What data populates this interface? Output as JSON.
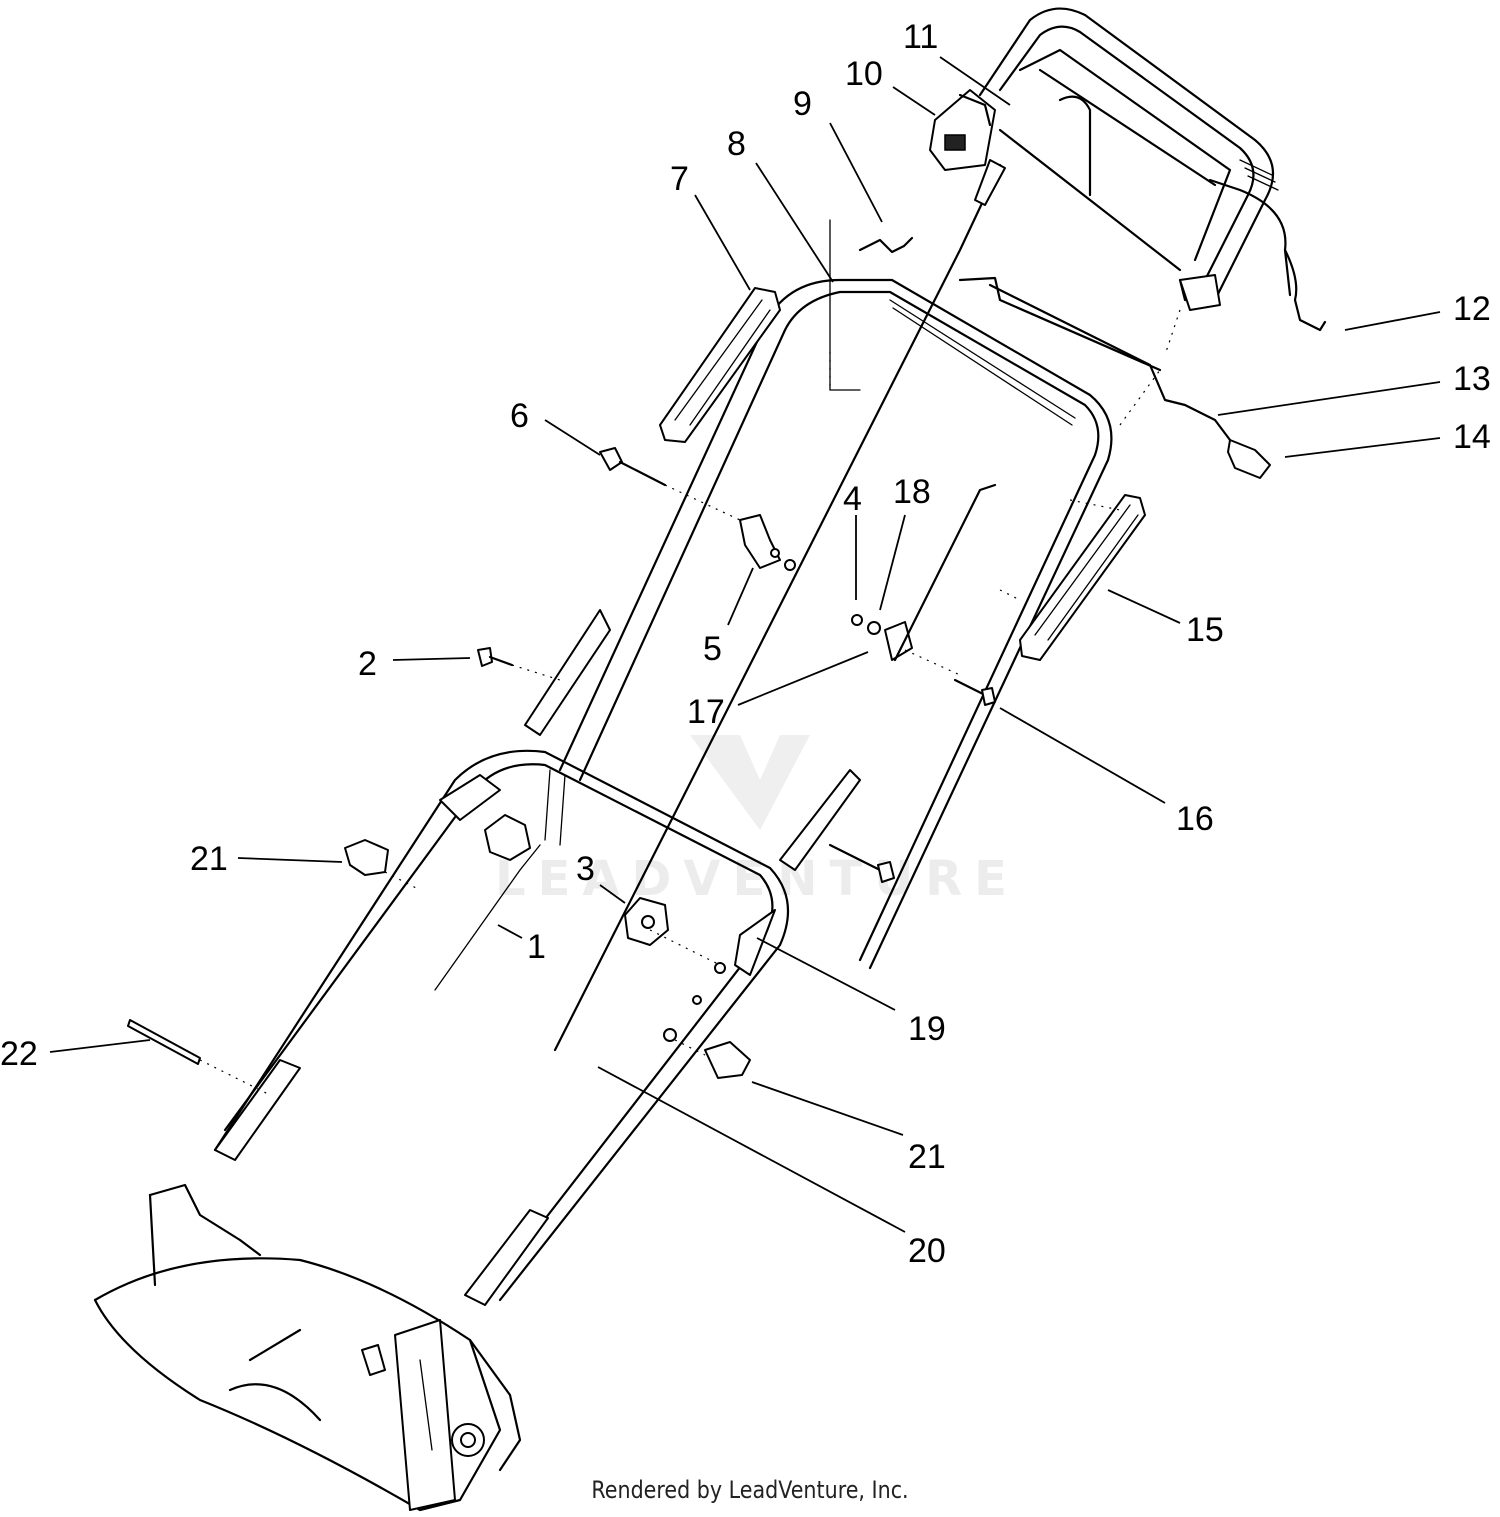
{
  "callouts": [
    {
      "id": "1",
      "label": "1"
    },
    {
      "id": "2",
      "label": "2"
    },
    {
      "id": "3",
      "label": "3"
    },
    {
      "id": "4",
      "label": "4"
    },
    {
      "id": "5",
      "label": "5"
    },
    {
      "id": "6",
      "label": "6"
    },
    {
      "id": "7",
      "label": "7"
    },
    {
      "id": "8",
      "label": "8"
    },
    {
      "id": "9",
      "label": "9"
    },
    {
      "id": "10",
      "label": "10"
    },
    {
      "id": "11",
      "label": "11"
    },
    {
      "id": "12",
      "label": "12"
    },
    {
      "id": "13",
      "label": "13"
    },
    {
      "id": "14",
      "label": "14"
    },
    {
      "id": "15",
      "label": "15"
    },
    {
      "id": "16",
      "label": "16"
    },
    {
      "id": "17",
      "label": "17"
    },
    {
      "id": "18",
      "label": "18"
    },
    {
      "id": "19",
      "label": "19"
    },
    {
      "id": "20",
      "label": "20"
    },
    {
      "id": "21a",
      "label": "21"
    },
    {
      "id": "21b",
      "label": "21"
    },
    {
      "id": "22",
      "label": "22"
    }
  ],
  "watermark": {
    "text": "LEADVENTURE"
  },
  "credit": "Rendered by LeadVenture, Inc."
}
